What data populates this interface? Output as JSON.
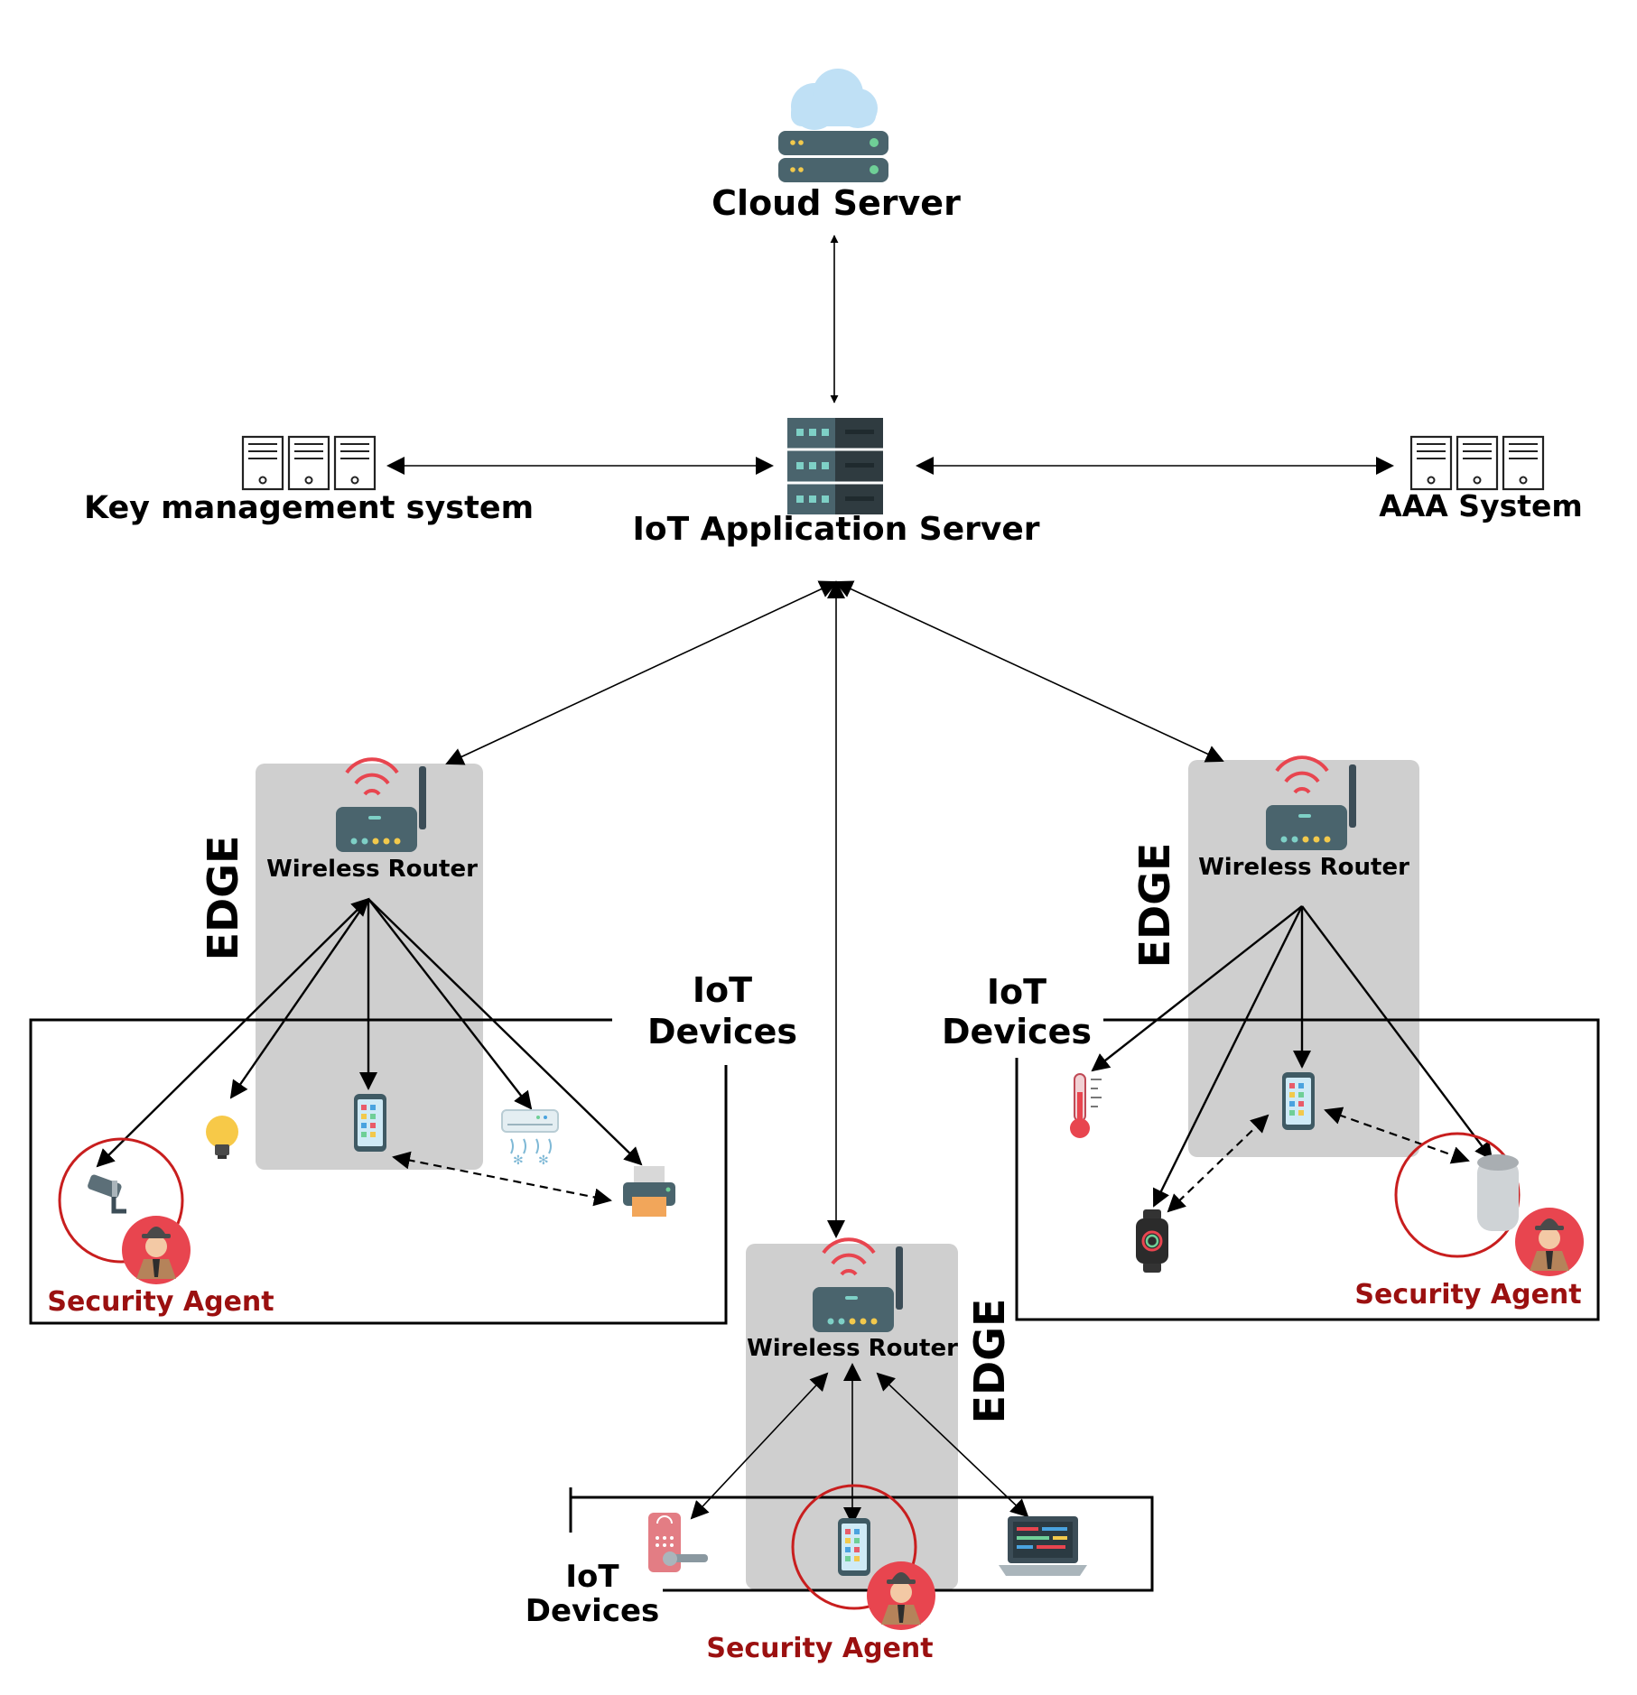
{
  "nodes": {
    "cloud_server": "Cloud Server",
    "iot_app_server": "IoT Application Server",
    "key_management": "Key management system",
    "aaa_system": "AAA System"
  },
  "edges": {
    "left": {
      "tag": "EDGE",
      "router": "Wireless Router",
      "devices_line1": "IoT",
      "devices_line2": "Devices",
      "agent": "Security Agent"
    },
    "right": {
      "tag": "EDGE",
      "router": "Wireless Router",
      "devices_line1": "IoT",
      "devices_line2": "Devices",
      "agent": "Security Agent"
    },
    "bottom": {
      "tag": "EDGE",
      "router": "Wireless Router",
      "devices_line1": "IoT",
      "devices_line2": "Devices",
      "agent": "Security Agent"
    }
  },
  "icons": {
    "left": [
      "cctv-camera-icon",
      "light-bulb-icon",
      "smartphone-icon",
      "air-conditioner-icon",
      "printer-icon"
    ],
    "right": [
      "thermometer-icon",
      "smartwatch-icon",
      "smartphone-icon",
      "smart-speaker-icon"
    ],
    "bottom": [
      "smart-lock-icon",
      "smartphone-icon",
      "laptop-icon"
    ]
  },
  "colors": {
    "edge_fill": "#cfcfcf",
    "agent_text": "#9b1010",
    "agent_ring": "#c81e1e",
    "server_dark": "#3c5660",
    "wifi": "#e8454f"
  }
}
